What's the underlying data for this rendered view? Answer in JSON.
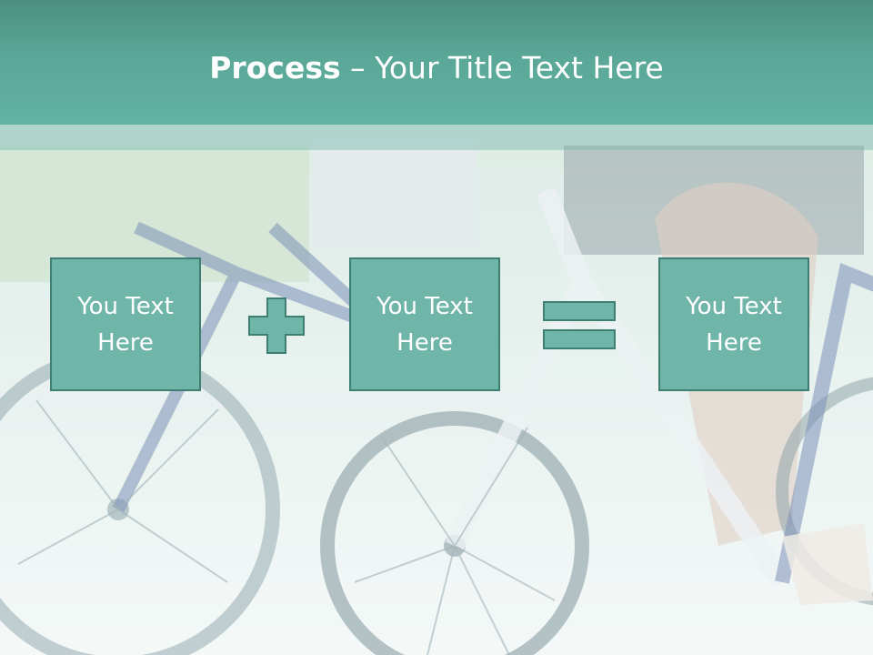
{
  "slide": {
    "title_bold": "Process",
    "title_separator": " – ",
    "title_rest": "Your Title Text Here"
  },
  "process": {
    "steps": [
      {
        "text": "You Text Here"
      },
      {
        "text": "You Text Here"
      },
      {
        "text": "You Text Here"
      }
    ],
    "operators": [
      "plus",
      "equals"
    ]
  },
  "colors": {
    "title_bar": "#5aa797",
    "box_fill": "#6fb5a8",
    "box_border": "#3f7e72",
    "text": "#ffffff"
  },
  "background": {
    "image": "mountain-bikes-photo"
  }
}
